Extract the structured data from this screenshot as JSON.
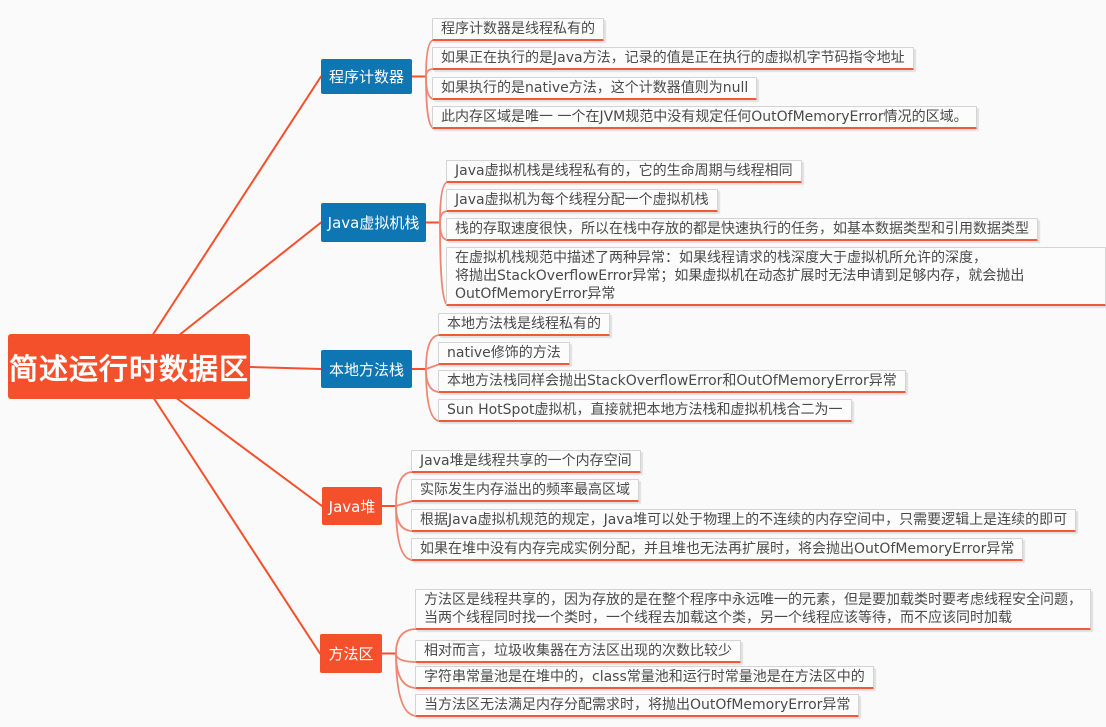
{
  "title": "简述运行时数据区思维导图",
  "root": {
    "label": "简述运行时数据区"
  },
  "colors": {
    "accent_red": "#f4502c",
    "accent_blue": "#0e76b2",
    "connector_light": "#ef8673",
    "leaf_underline": "#ee5a3a",
    "leaf_bg": "#fcfcfc",
    "leaf_border": "#d4d4d4",
    "leaf_text": "#4a4a4a",
    "canvas_bg": "#fafafa"
  },
  "branches": [
    {
      "label": "程序计数器",
      "style": "blue",
      "leaves": [
        "程序计数器是线程私有的",
        "如果正在执行的是Java方法，记录的值是正在执行的虚拟机字节码指令地址",
        "如果执行的是native方法，这个计数器值则为null",
        "此内存区域是唯一 一个在JVM规范中没有规定任何OutOfMemoryError情况的区域。"
      ]
    },
    {
      "label": "Java虚拟机栈",
      "style": "blue",
      "leaves": [
        "Java虚拟机栈是线程私有的，它的生命周期与线程相同",
        "Java虚拟机为每个线程分配一个虚拟机栈",
        "栈的存取速度很快，所以在栈中存放的都是快速执行的任务，如基本数据类型和引用数据类型",
        "在虚拟机栈规范中描述了两种异常：如果线程请求的栈深度大于虚拟机所允许的深度，\n将抛出StackOverflowError异常；如果虚拟机在动态扩展时无法申请到足够内存，就会抛出OutOfMemoryError异常"
      ]
    },
    {
      "label": "本地方法栈",
      "style": "blue",
      "leaves": [
        "本地方法栈是线程私有的",
        "native修饰的方法",
        "本地方法栈同样会抛出StackOverflowError和OutOfMemoryError异常",
        "Sun HotSpot虚拟机，直接就把本地方法栈和虚拟机栈合二为一"
      ]
    },
    {
      "label": "Java堆",
      "style": "red",
      "leaves": [
        "Java堆是线程共享的一个内存空间",
        "实际发生内存溢出的频率最高区域",
        "根据Java虚拟机规范的规定，Java堆可以处于物理上的不连续的内存空间中，只需要逻辑上是连续的即可",
        "如果在堆中没有内存完成实例分配，并且堆也无法再扩展时，将会抛出OutOfMemoryError异常"
      ]
    },
    {
      "label": "方法区",
      "style": "red",
      "leaves": [
        "方法区是线程共享的，因为存放的是在整个程序中永远唯一的元素，但是要加载类时要考虑线程安全问题，\n当两个线程同时找一个类时，一个线程去加载这个类，另一个线程应该等待，而不应该同时加载",
        "相对而言，垃圾收集器在方法区出现的次数比较少",
        "字符串常量池是在堆中的，class常量池和运行时常量池是在方法区中的",
        "当方法区无法满足内存分配需求时，将抛出OutOfMemoryError异常"
      ]
    }
  ]
}
